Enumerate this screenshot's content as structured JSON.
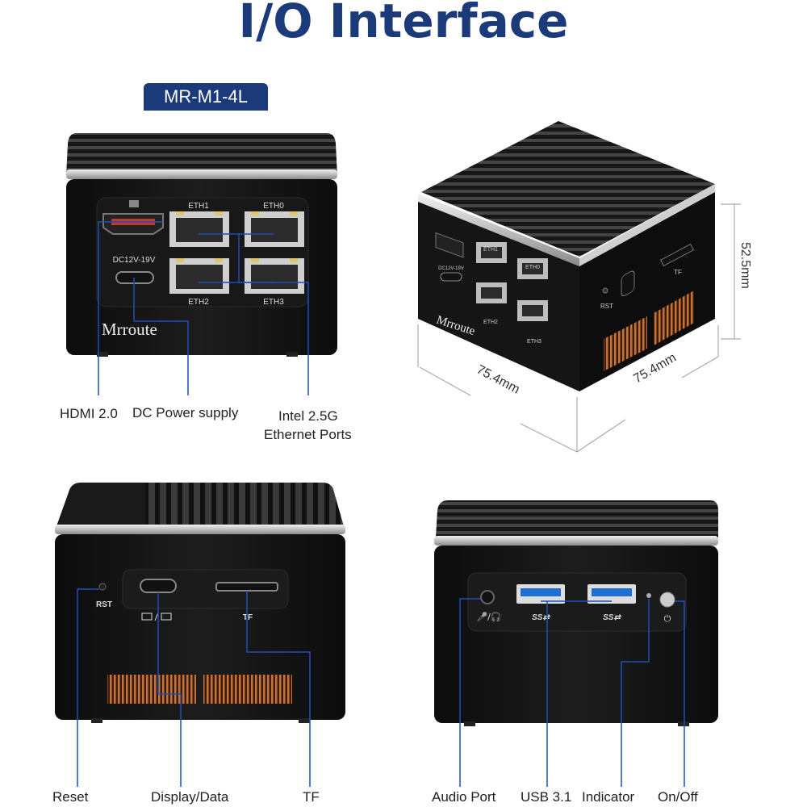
{
  "title": "I/O Interface",
  "model": "MR-M1-4L",
  "brand": "Mrroute",
  "colors": {
    "title": "#1b3a7a",
    "leader": "#1d4fb8",
    "device": "#111111",
    "vent": "#b5652a"
  },
  "front_view": {
    "port_labels": {
      "hdmi_icon": "HDMI",
      "eth1": "ETH1",
      "eth0": "ETH0",
      "eth2": "ETH2",
      "eth3": "ETH3",
      "dc": "DC12V-19V"
    },
    "callouts": {
      "hdmi": "HDMI 2.0",
      "dc": "DC Power supply",
      "ethernet_line1": "Intel 2.5G",
      "ethernet_line2": "Ethernet Ports"
    }
  },
  "iso_view": {
    "dimensions": {
      "height": "52.5mm",
      "width": "75.4mm",
      "depth": "75.4mm"
    },
    "labels": {
      "eth1": "ETH1",
      "eth0": "ETH0",
      "eth2": "ETH2",
      "eth3": "ETH3",
      "dc": "DC12V-19V",
      "rst": "RST",
      "tf": "TF"
    }
  },
  "side_view": {
    "labels": {
      "rst": "RST",
      "tf": "TF"
    },
    "callouts": {
      "reset": "Reset",
      "display": "Display/Data",
      "tf": "TF"
    }
  },
  "back_view": {
    "labels": {
      "usb_left": "SS⇄",
      "usb_right": "SS⇄"
    },
    "callouts": {
      "audio": "Audio Port",
      "usb": "USB 3.1",
      "indicator": "Indicator",
      "power": "On/Off"
    }
  }
}
